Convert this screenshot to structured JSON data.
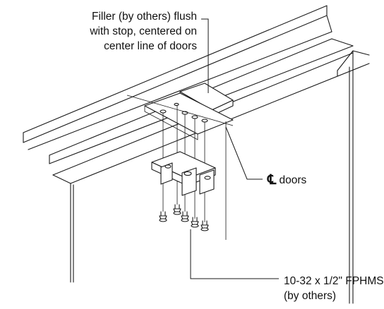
{
  "callouts": {
    "filler": {
      "line1": "Filler (by others) flush",
      "line2": "with stop, centered on",
      "line3": "center line of doors"
    },
    "centerline": {
      "symbol": "℄",
      "text": "doors"
    },
    "screws": {
      "line1": "10-32 x 1/2\" FPHMS",
      "line2": "(by others)"
    }
  }
}
